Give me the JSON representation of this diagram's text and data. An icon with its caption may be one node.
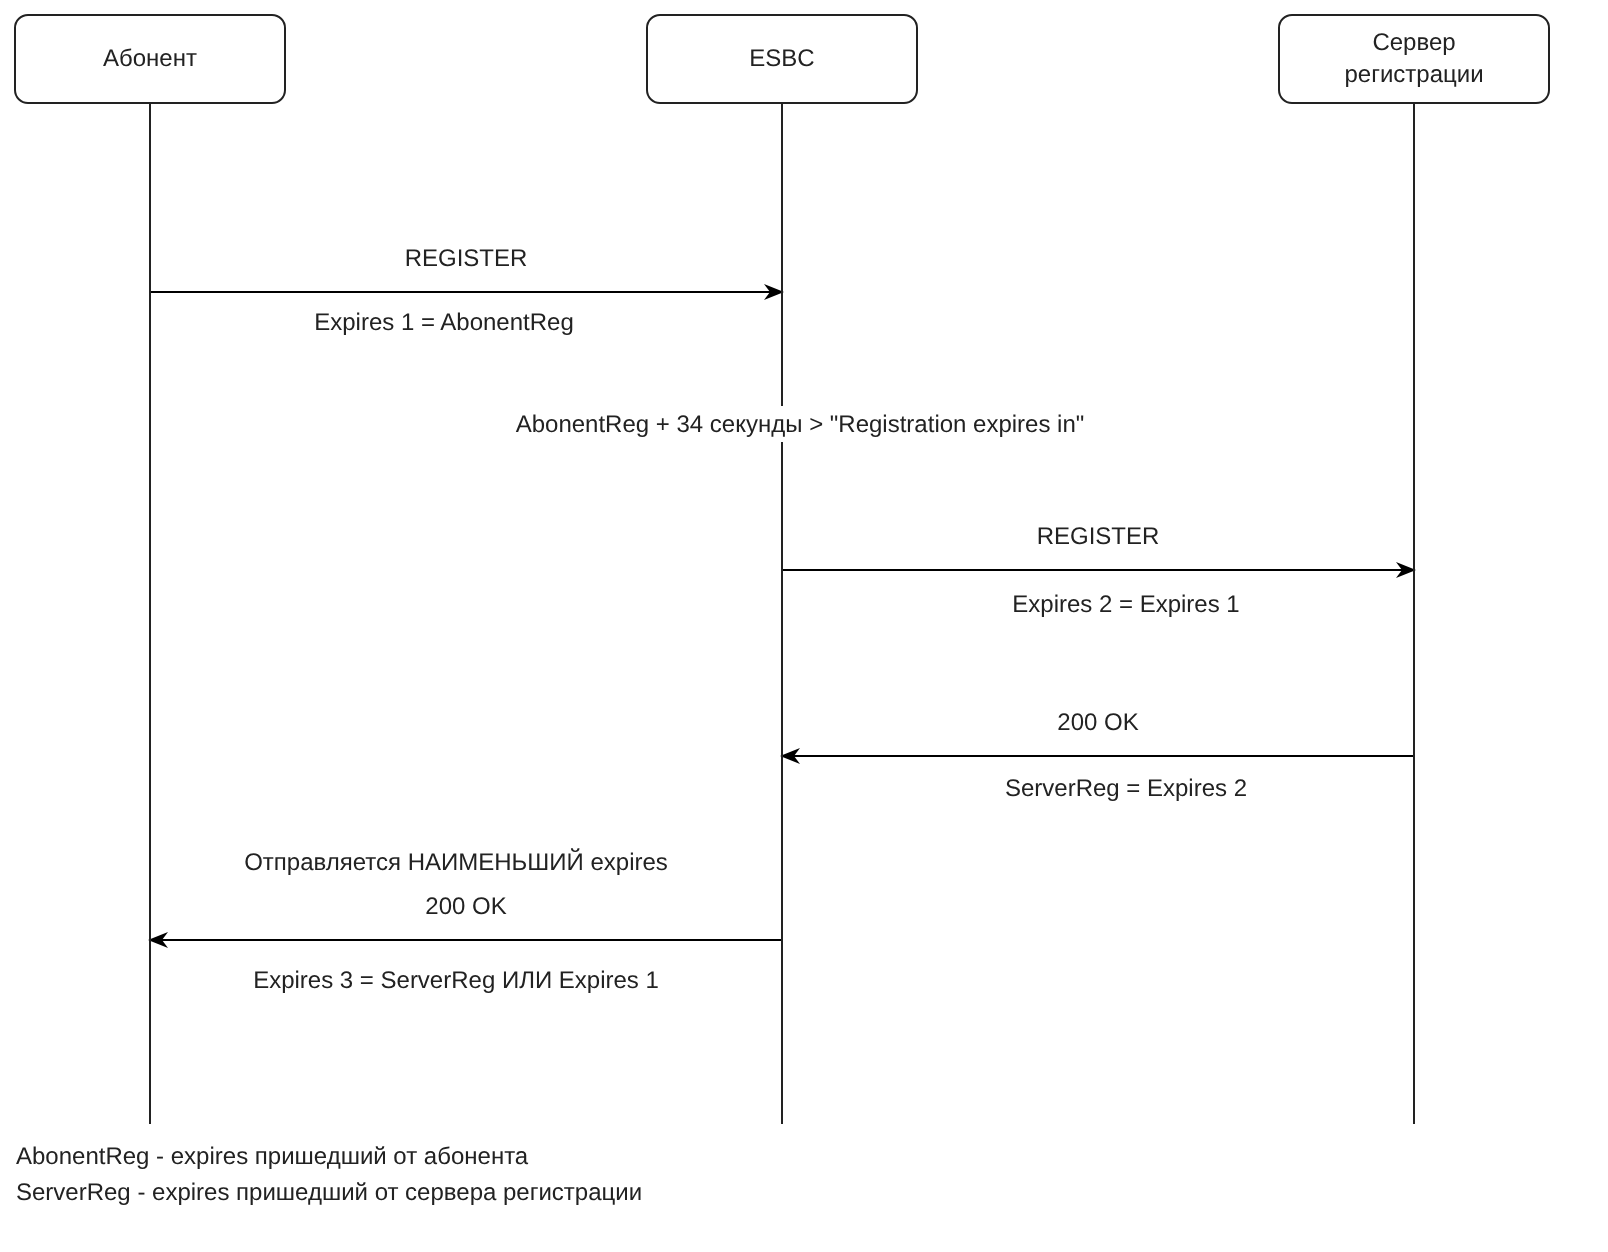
{
  "diagram": {
    "nodes": [
      {
        "text": [
          "Абонент"
        ]
      },
      {
        "text": [
          "ESBC"
        ]
      },
      {
        "text": [
          "Сервер регистрации"
        ]
      }
    ],
    "edges": [
      {
        "from": 0,
        "to": 1,
        "arrow": "to",
        "label": "REGISTER"
      },
      {
        "from": 1,
        "to": 2,
        "arrow": "to",
        "label": "REGISTER"
      },
      {
        "from": 2,
        "to": 1,
        "arrow": "to",
        "label": "200 OK"
      },
      {
        "from": 1,
        "to": 0,
        "arrow": "to",
        "label": "200 OK"
      }
    ],
    "labels": [
      "Expires 1 = AbonentReg",
      "AbonentReg + 34 секунды > \"Registration expires in\"",
      "Expires 2 = Expires 1",
      "ServerReg = Expires 2",
      "Отправляется НАИМЕНЬШИЙ expires",
      "Expires 3 = ServerReg ИЛИ Expires 1",
      "AbonentReg - expires пришедший от абонента",
      "ServerReg - expires пришедший от сервера регистрации"
    ]
  }
}
